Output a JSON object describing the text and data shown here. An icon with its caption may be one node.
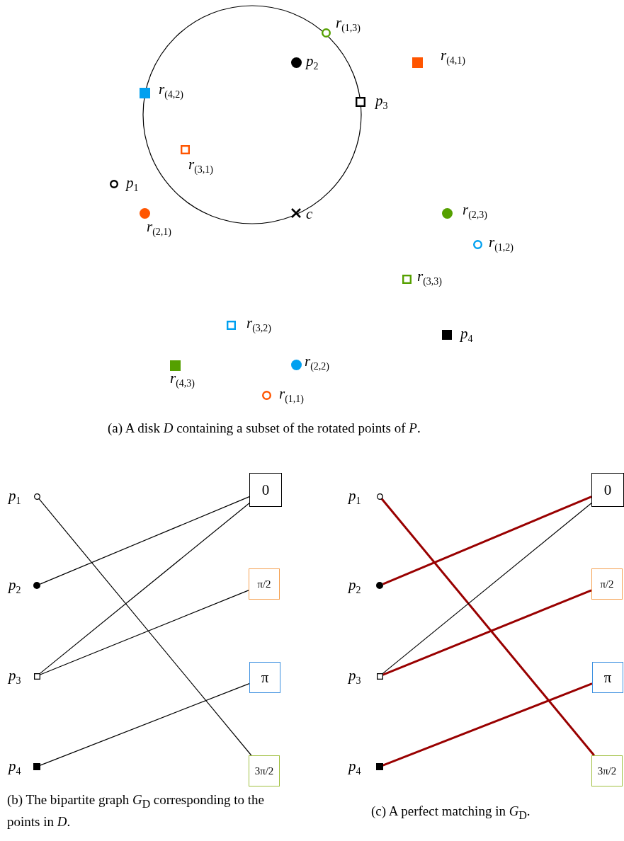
{
  "diagram": {
    "nodes": [
      {
        "text": [],
        "shape": "circle",
        "beside": [
          "*r*$_{(1,3)}$"
        ]
      },
      {
        "text": [],
        "shape": "circle",
        "beside": [
          "*p*$_{2}$"
        ]
      },
      {
        "text": [],
        "shape": "box",
        "beside": [
          "*r*$_{(4,1)}$"
        ]
      },
      {
        "text": [],
        "shape": "box",
        "beside": [
          "*r*$_{(4,2)}$"
        ]
      },
      {
        "text": [],
        "shape": "box",
        "beside": [
          "*p*$_{3}$"
        ]
      },
      {
        "text": [],
        "shape": "box",
        "beside": [
          "*r*$_{(3,1)}$"
        ]
      },
      {
        "text": [],
        "shape": "circle",
        "beside": [
          "*p*$_{1}$"
        ]
      },
      {
        "text": [],
        "shape": "circle",
        "beside": [
          "*r*$_{(2,1)}$"
        ]
      },
      {
        "text": [],
        "shape": "cross",
        "beside": [
          "*c*"
        ]
      },
      {
        "text": [],
        "shape": "circle",
        "beside": [
          "*r*$_{(2,3)}$"
        ]
      },
      {
        "text": [],
        "shape": "circle",
        "beside": [
          "*r*$_{(1,2)}$"
        ]
      },
      {
        "text": [],
        "shape": "box",
        "beside": [
          "*r*$_{(3,3)}$"
        ]
      },
      {
        "text": [],
        "shape": "box",
        "beside": [
          "*r*$_{(3,2)}$"
        ]
      },
      {
        "text": [],
        "shape": "box",
        "beside": [
          "*p*$_{4}$"
        ]
      },
      {
        "text": [],
        "shape": "circle",
        "beside": [
          "*r*$_{(2,2)}$"
        ]
      },
      {
        "text": [],
        "shape": "box",
        "beside": [
          "*r*$_{(4,3)}$"
        ]
      },
      {
        "text": [],
        "shape": "circle",
        "beside": [
          "*r*$_{(1,1)}$"
        ]
      },
      {
        "text": [],
        "shape": "circle",
        "beside": [
          "*p*$_{1}$"
        ]
      },
      {
        "text": [],
        "shape": "circle",
        "beside": [
          "*p*$_{2}$"
        ]
      },
      {
        "text": [],
        "shape": "box",
        "beside": [
          "*p*$_{3}$"
        ]
      },
      {
        "text": [],
        "shape": "box",
        "beside": [
          "*p*$_{4}$"
        ]
      },
      {
        "text": [
          "0"
        ]
      },
      {
        "text": [
          "π/2"
        ]
      },
      {
        "text": [
          "π"
        ]
      },
      {
        "text": [
          "3π/2"
        ]
      },
      {
        "text": [],
        "shape": "circle",
        "beside": [
          "*p*$_{1}$"
        ]
      },
      {
        "text": [],
        "shape": "circle",
        "beside": [
          "*p*$_{2}$"
        ]
      },
      {
        "text": [],
        "shape": "box",
        "beside": [
          "*p*$_{3}$"
        ]
      },
      {
        "text": [],
        "shape": "box",
        "beside": [
          "*p*$_{4}$"
        ]
      },
      {
        "text": [
          "0"
        ]
      },
      {
        "text": [
          "π/2"
        ]
      },
      {
        "text": [
          "π"
        ]
      },
      {
        "text": [
          "3π/2"
        ]
      }
    ],
    "edges": [
      {
        "from": 17,
        "to": 24,
        "arrow": "none"
      },
      {
        "from": 18,
        "to": 21,
        "arrow": "none"
      },
      {
        "from": 19,
        "to": 21,
        "arrow": "none"
      },
      {
        "from": 19,
        "to": 22,
        "arrow": "none"
      },
      {
        "from": 20,
        "to": 23,
        "arrow": "none"
      },
      {
        "from": 25,
        "to": 32,
        "arrow": "none",
        "style": "thick",
        "color": "#990000"
      },
      {
        "from": 26,
        "to": 29,
        "arrow": "none",
        "style": "thick",
        "color": "#990000"
      },
      {
        "from": 27,
        "to": 29,
        "arrow": "none"
      },
      {
        "from": 27,
        "to": 30,
        "arrow": "none",
        "style": "thick",
        "color": "#990000"
      },
      {
        "from": 28,
        "to": 31,
        "arrow": "none",
        "style": "thick",
        "color": "#990000"
      }
    ],
    "labels": [
      "(a) A disk *D* containing a subset of the rotated points of *P*.",
      "(b) The bipartite graph *G*$_{D}$ corresponding to the points in *D*.",
      "(c) A perfect matching in *G*$_{D}$."
    ]
  }
}
